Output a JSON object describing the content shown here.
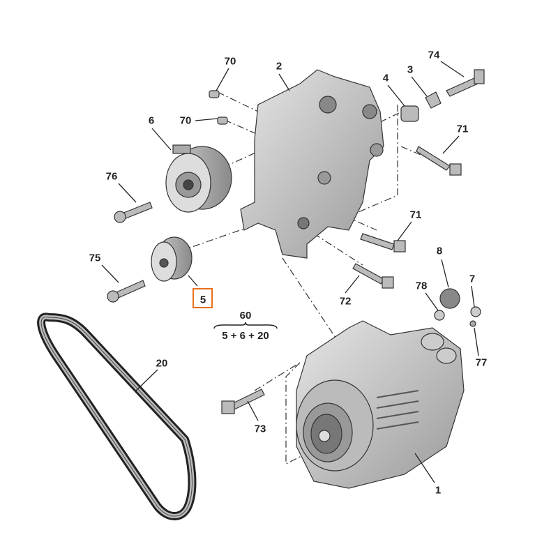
{
  "diagram": {
    "highlight_color": "#e8701a",
    "highlighted_part": "5",
    "labels": [
      "70",
      "2",
      "4",
      "3",
      "74",
      "70",
      "6",
      "71",
      "76",
      "71",
      "8",
      "75",
      "7",
      "78",
      "5",
      "72",
      "77",
      "20",
      "73",
      "1"
    ],
    "assembly": {
      "number": "60",
      "components": "5 + 6 + 20"
    }
  }
}
